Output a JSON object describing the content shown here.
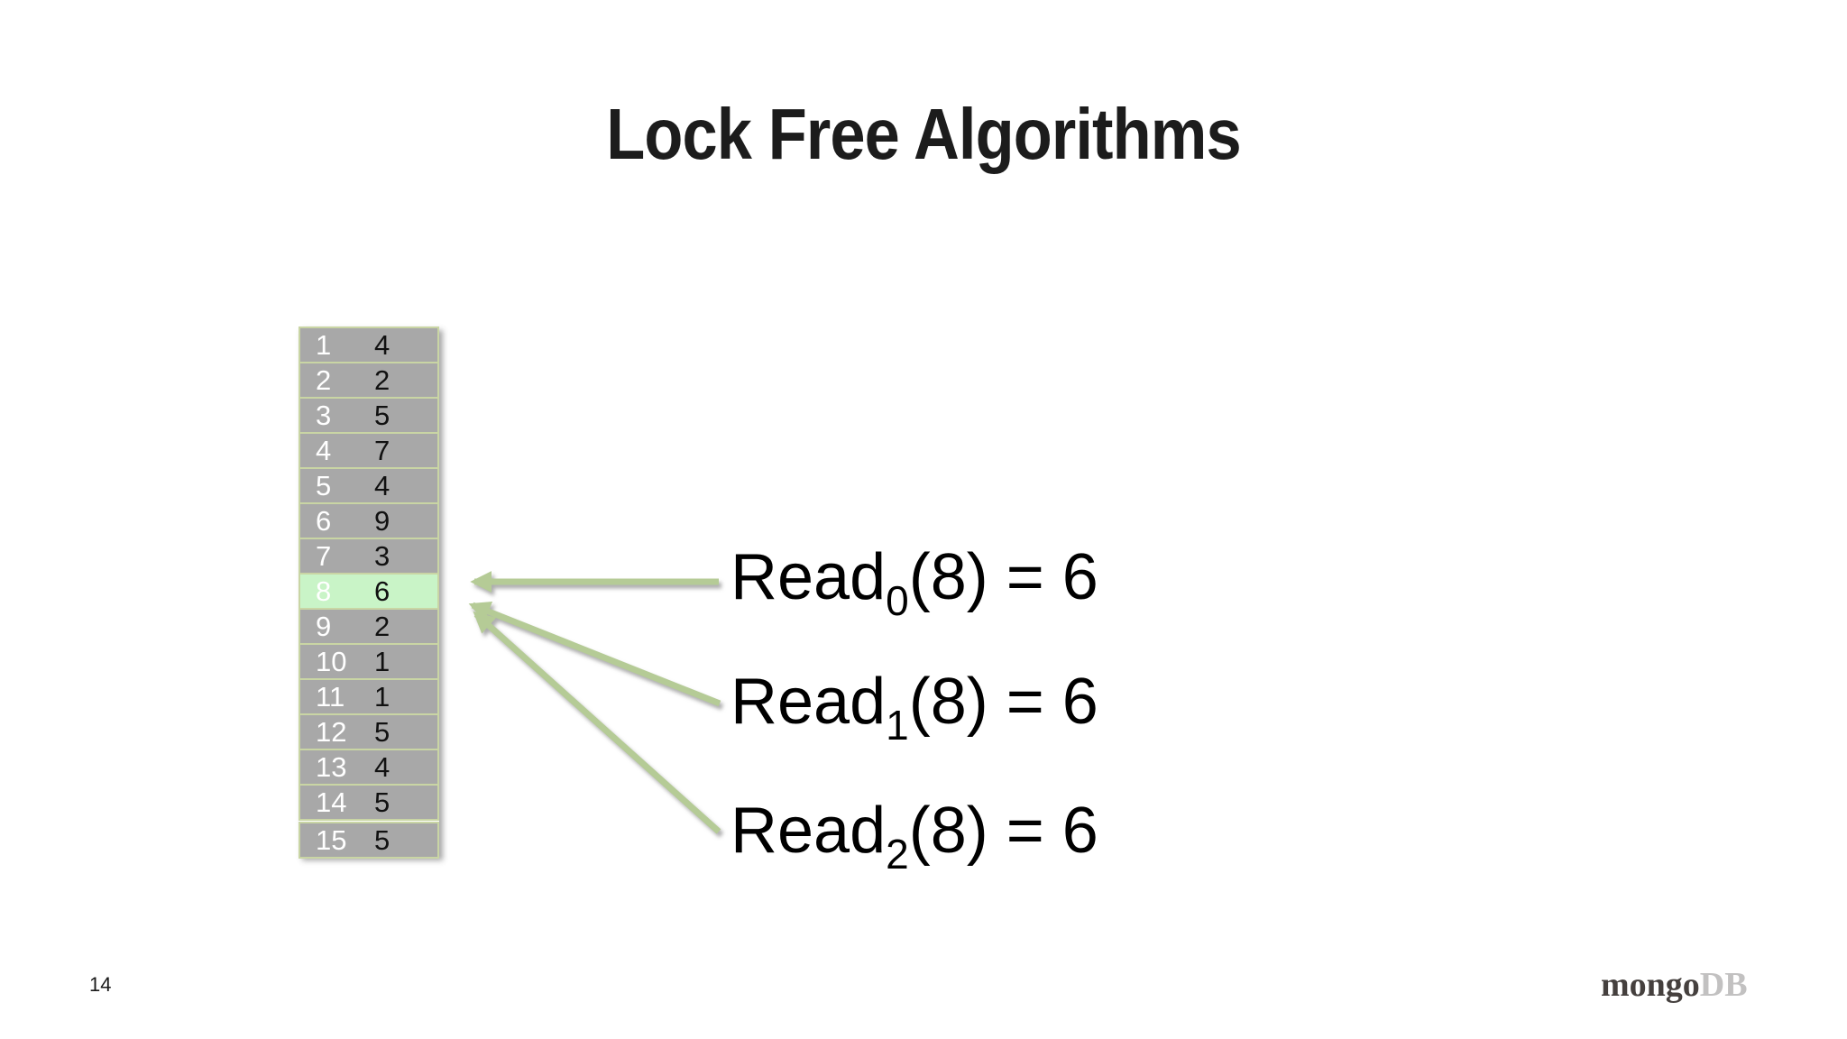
{
  "slide": {
    "title": "Lock Free Algorithms",
    "page_number": "14"
  },
  "table": {
    "highlighted_index": "8",
    "rows": [
      {
        "index": "1",
        "value": "4"
      },
      {
        "index": "2",
        "value": "2"
      },
      {
        "index": "3",
        "value": "5"
      },
      {
        "index": "4",
        "value": "7"
      },
      {
        "index": "5",
        "value": "4"
      },
      {
        "index": "6",
        "value": "9"
      },
      {
        "index": "7",
        "value": "3"
      },
      {
        "index": "8",
        "value": "6"
      },
      {
        "index": "9",
        "value": "2"
      },
      {
        "index": "10",
        "value": "1"
      },
      {
        "index": "11",
        "value": "1"
      },
      {
        "index": "12",
        "value": "5"
      },
      {
        "index": "13",
        "value": "4"
      },
      {
        "index": "14",
        "value": "5"
      },
      {
        "index": "15",
        "value": "5"
      }
    ]
  },
  "reads": [
    {
      "name": "Read",
      "subscript": "0",
      "expression": "(8) = 6"
    },
    {
      "name": "Read",
      "subscript": "1",
      "expression": "(8) = 6"
    },
    {
      "name": "Read",
      "subscript": "2",
      "expression": "(8) = 6"
    }
  ],
  "logo": {
    "part1": "mongo",
    "part2": "DB"
  },
  "colors": {
    "arrow_green": "#b5cb96",
    "highlight_green": "#c9f4c7",
    "row_gray": "#a8a8a8",
    "border_green": "#c9d5a4",
    "index_text": "#ffffff",
    "value_text": "#111111",
    "title_text": "#1c1c1c",
    "logo_dark": "#45403e",
    "logo_light": "#c2c1c1"
  }
}
